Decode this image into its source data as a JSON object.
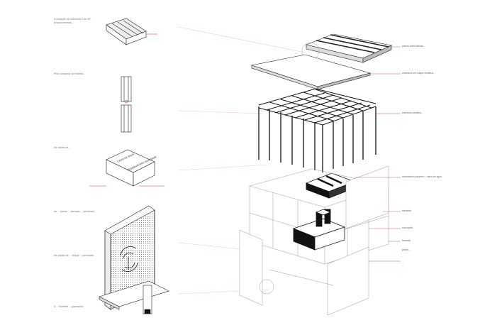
{
  "left_notes": [
    {
      "text": "A vedação da cobertura é de 45° proporcionando...",
      "highlight": ""
    },
    {
      "text": "Pilar composto por barras...",
      "highlight": "Pilar"
    },
    {
      "text": "As caixas de ...",
      "highlight": "caixas"
    },
    {
      "text": "As ... painel ... fachada ... perfurado",
      "highlight": "fachada"
    },
    {
      "text": "As placas de ... chapa ... perfurada",
      "highlight": "placas"
    },
    {
      "text": "A ... fachada ... pavimento",
      "highlight": "A"
    }
  ],
  "box_labels": {
    "line1": "CAIXA DE ÁGUA",
    "line2": "RESERVATÓRIO SUPERIOR"
  },
  "callouts": [
    {
      "text": "placas fotovoltaicas...",
      "id": "solar"
    },
    {
      "text": "cobertura em chapa metálica...",
      "id": "roof"
    },
    {
      "text": "estrutura metálica...",
      "id": "structure"
    },
    {
      "text": "reservatório superior + caixa de água",
      "id": "tank"
    },
    {
      "text": "elevador",
      "id": "elevator"
    },
    {
      "text": "circulação",
      "id": "circulation"
    },
    {
      "text": "fachada",
      "id": "facade1"
    },
    {
      "text": "painel...",
      "id": "facade2"
    },
    {
      "text": "...",
      "id": "facade3"
    }
  ],
  "colors": {
    "accent": "#c0392b",
    "line": "#222222",
    "guide": "#d9a0a0",
    "fill_dark": "#111111",
    "fill_grey": "#d8d8d8"
  }
}
